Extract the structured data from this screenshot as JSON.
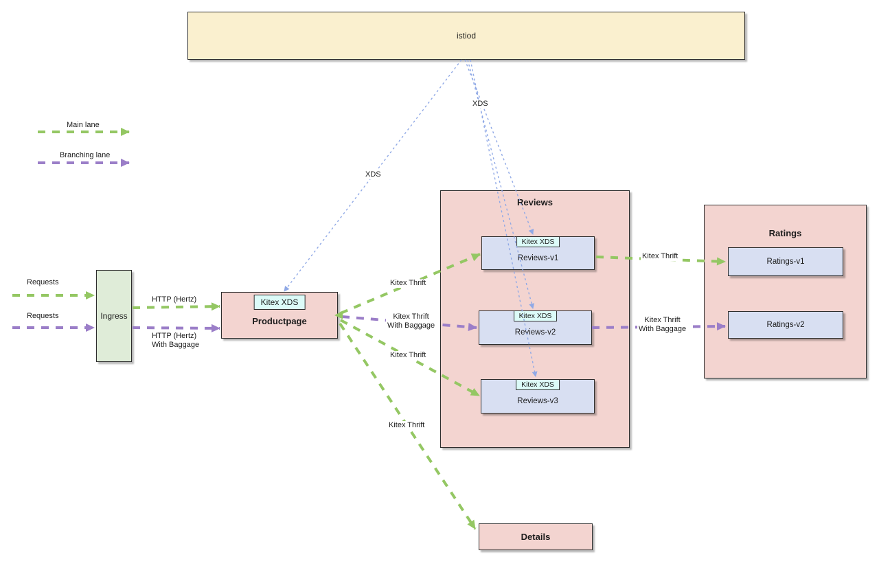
{
  "nodes": {
    "istiod": "istiod",
    "ingress": "Ingress",
    "productpage": "Productpage",
    "reviews_group": "Reviews",
    "reviews_v1": "Reviews-v1",
    "reviews_v2": "Reviews-v2",
    "reviews_v3": "Reviews-v3",
    "ratings_group": "Ratings",
    "ratings_v1": "Ratings-v1",
    "ratings_v2": "Ratings-v2",
    "details": "Details"
  },
  "sidecars": {
    "productpage": "Kitex XDS",
    "reviews_v1": "Kitex XDS",
    "reviews_v2": "Kitex XDS",
    "reviews_v3": "Kitex XDS"
  },
  "legend": {
    "main_lane": "Main lane",
    "branching_lane": "Branching lane"
  },
  "edge_labels": {
    "requests_main": "Requests",
    "requests_branching": "Requests",
    "http_hertz": "HTTP (Hertz)",
    "http_hertz_baggage_line1": "HTTP (Hertz)",
    "http_hertz_baggage_line2": "With Baggage",
    "productpage_reviews_v1": "Kitex Thrift",
    "productpage_reviews_v2_line1": "Kitex Thrift",
    "productpage_reviews_v2_line2": "With Baggage",
    "productpage_reviews_v3": "Kitex Thrift",
    "productpage_details": "Kitex Thrift",
    "reviews_v1_ratings_v1": "Kitex Thrift",
    "reviews_v2_ratings_v2_line1": "Kitex Thrift",
    "reviews_v2_ratings_v2_line2": "With Baggage",
    "xds_to_productpage": "XDS",
    "xds_to_reviews": "XDS"
  },
  "colors": {
    "main_lane": "#94c763",
    "branching_lane": "#9b7ec8",
    "xds_line": "#90a9e6",
    "istiod_fill": "#faf0cf",
    "group_fill": "#f3d4d0",
    "service_fill": "#d8dff2",
    "sidecar_fill": "#dcfbf8",
    "ingress_fill": "#dfecd8",
    "border": "#2d2d2d"
  }
}
